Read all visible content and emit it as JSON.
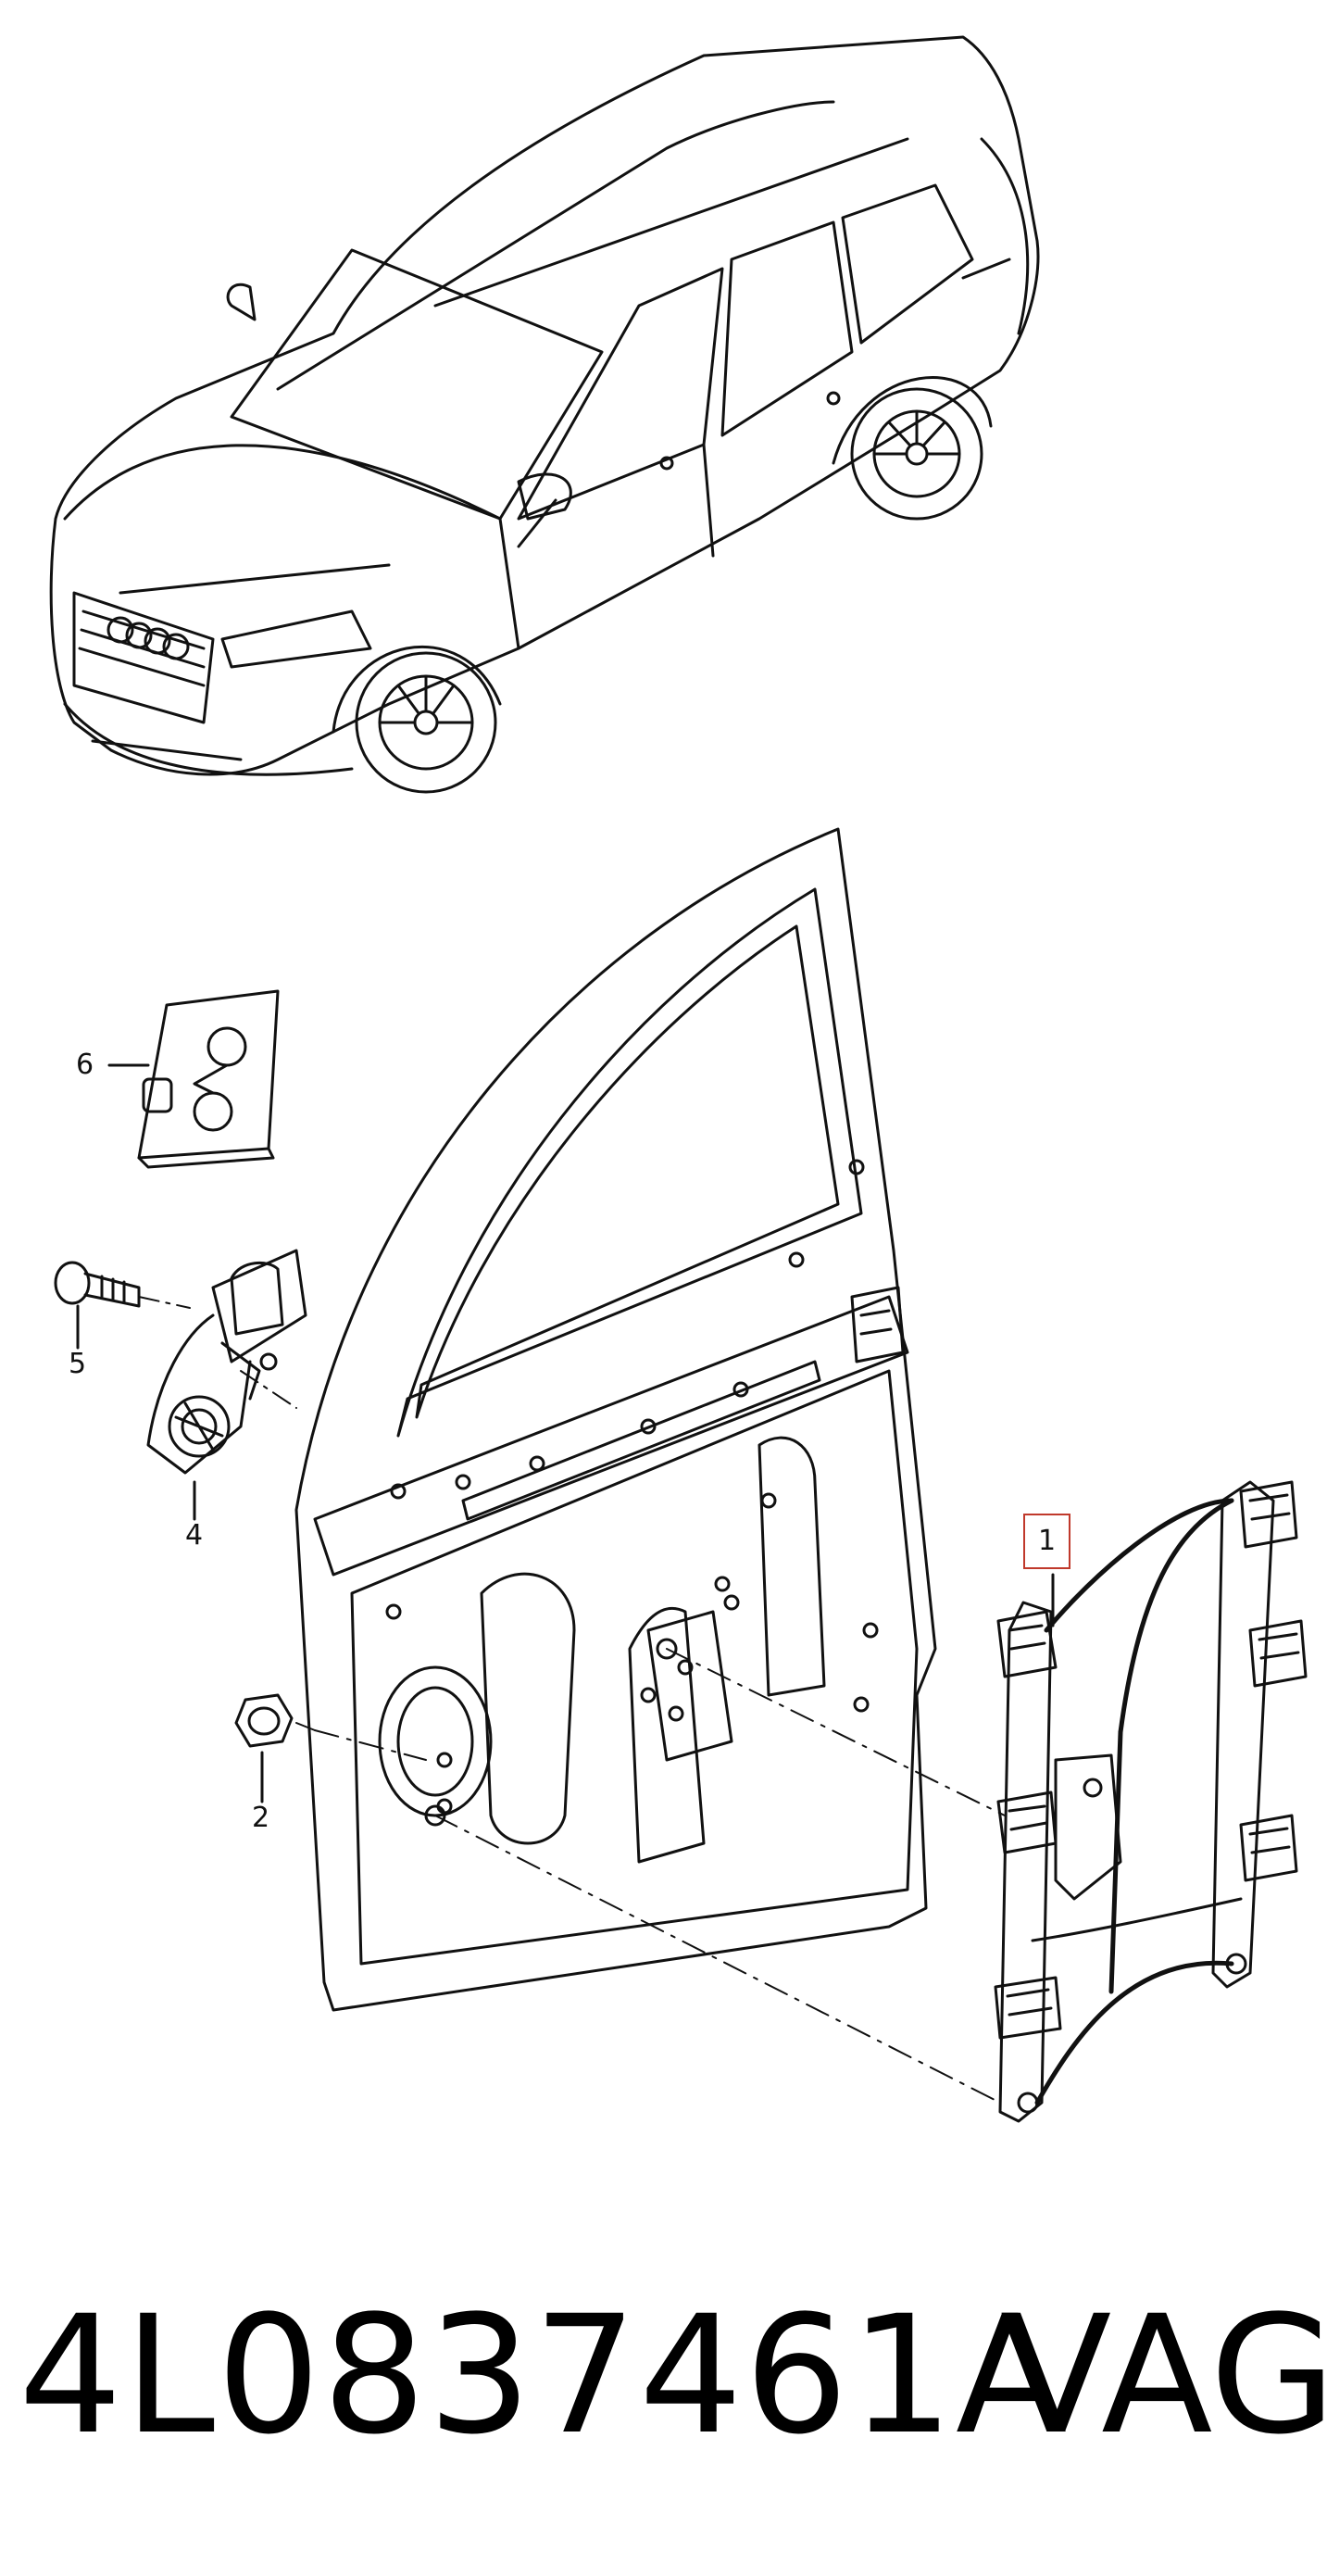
{
  "callouts": {
    "c1": "1",
    "c2": "2",
    "c4": "4",
    "c5": "5",
    "c6": "6"
  },
  "caption": {
    "part_number": "4L0837461A",
    "brand": "VAG"
  },
  "colors": {
    "line": "#111111",
    "callout_box": "#c0392b",
    "background": "#ffffff"
  }
}
